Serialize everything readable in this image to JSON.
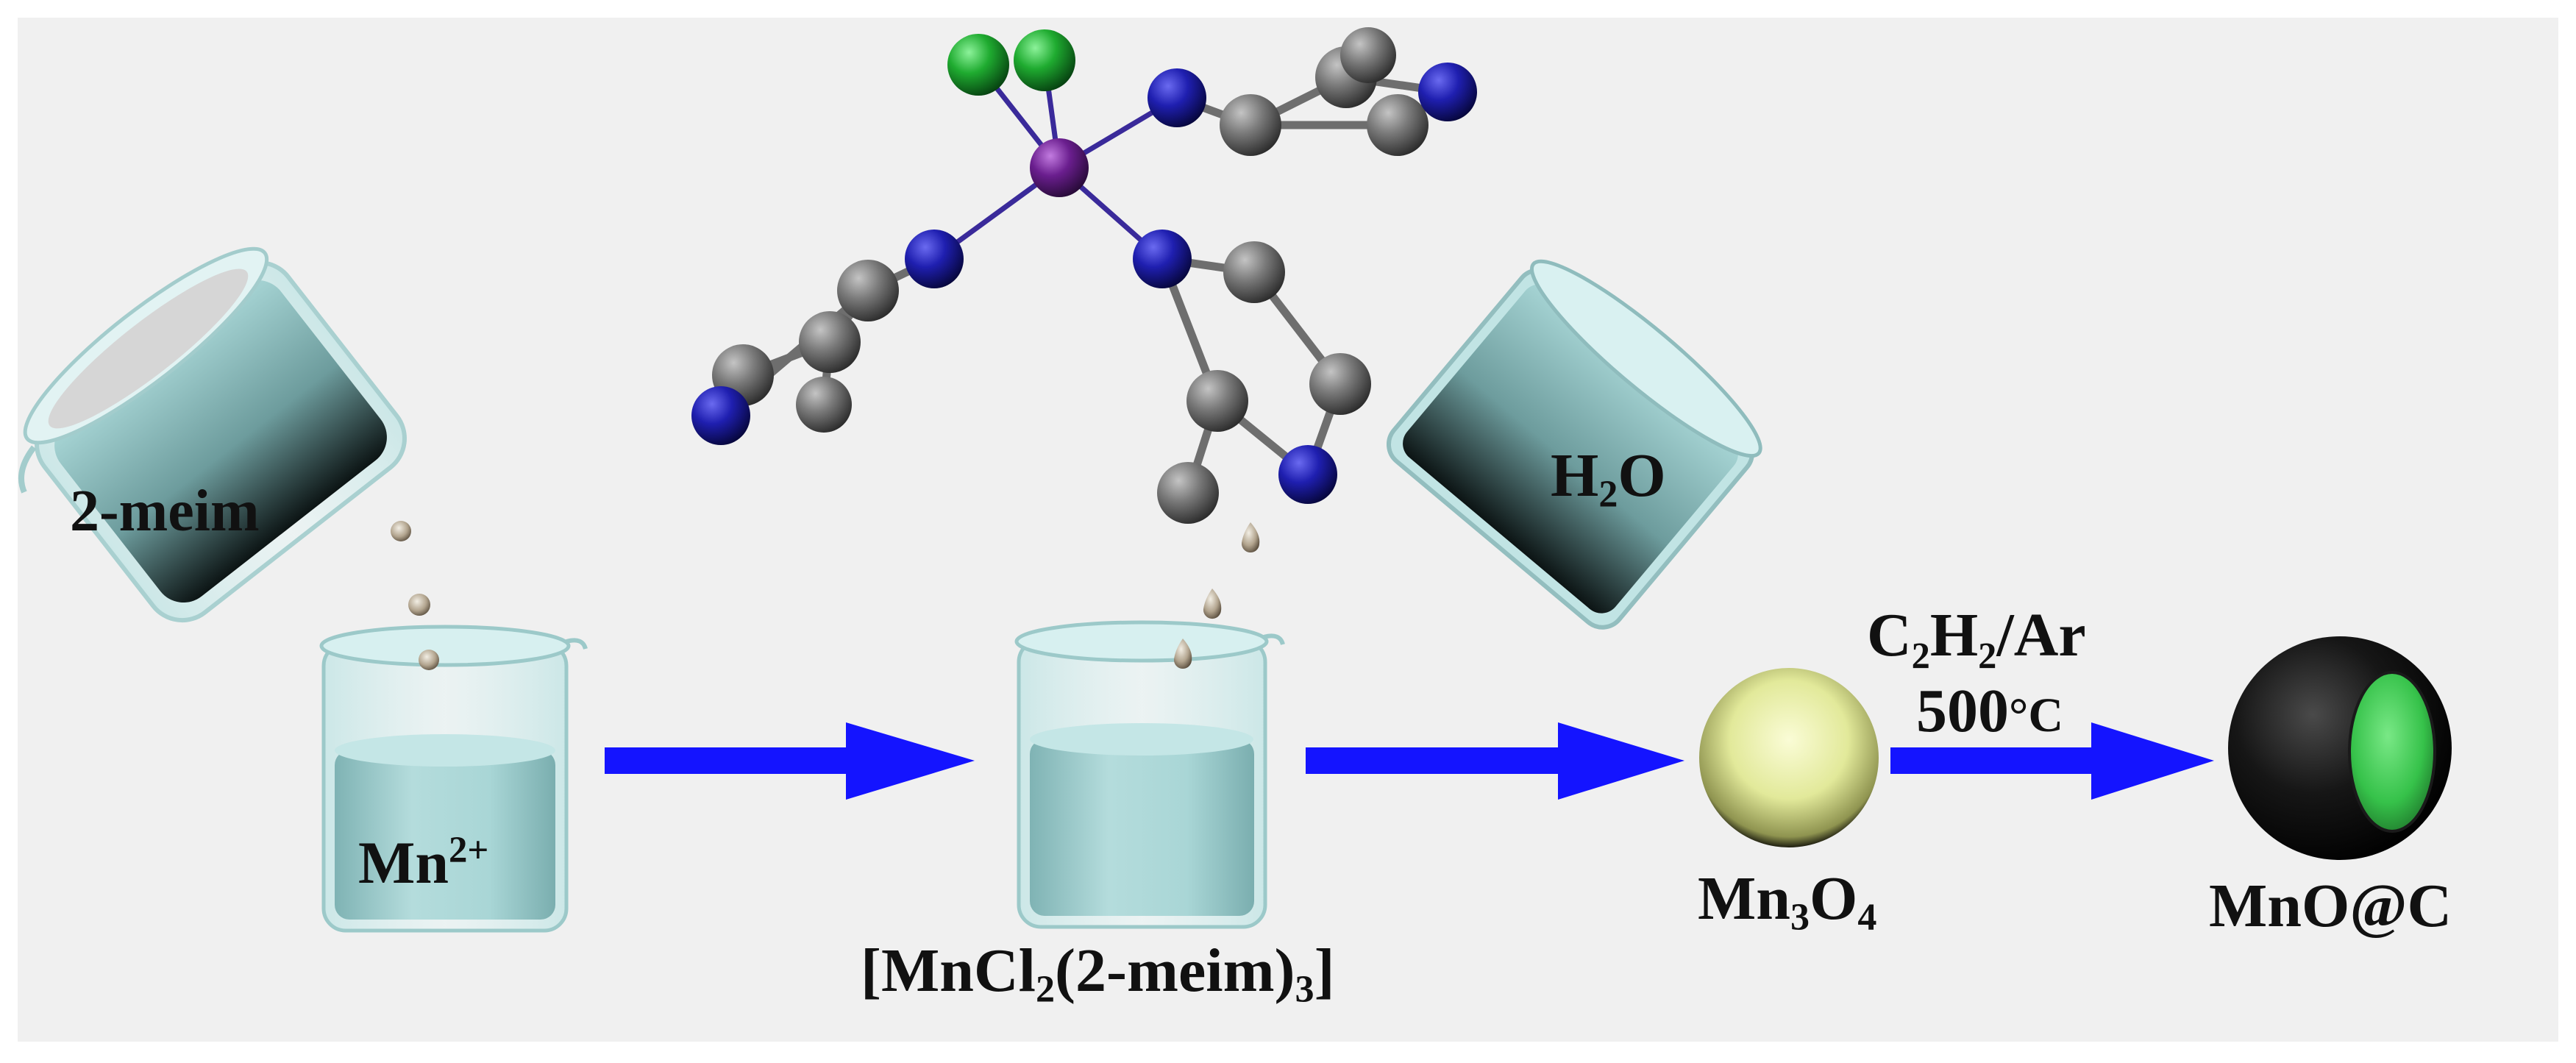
{
  "labels": {
    "meim": "2-meim",
    "mn_ion": {
      "base": "Mn",
      "sup": "2+"
    },
    "water": {
      "part1": "H",
      "sub": "2",
      "part2": "O"
    },
    "complex": {
      "p1": "[MnCl",
      "s1": "2",
      "p2": "(2-meim)",
      "s2": "3",
      "p3": "]"
    },
    "mn3o4": {
      "p1": "Mn",
      "s1": "3",
      "p2": "O",
      "s2": "4"
    },
    "gas": "C₂H₂/Ar",
    "temperature": {
      "value": "500",
      "unit": "°C"
    },
    "product": "MnO@C"
  },
  "colors": {
    "background": "#f0f0f0",
    "arrow": "#1414ff",
    "beaker_liquid": "#9fd0d0",
    "nitrogen": "#1c1ca8",
    "carbon": "#707070",
    "chlorine": "#1aa52a",
    "manganese": "#6a1e8e",
    "mn3o4_sphere": "#e6eda0",
    "carbon_shell": "#111111",
    "mno_core": "#36c24a"
  },
  "icons": {
    "flask_1": "tilted-beaker-icon",
    "flask_2": "tilted-beaker-icon",
    "beaker": "beaker-icon",
    "molecule": "ball-and-stick-molecule-icon",
    "sphere": "sphere-icon",
    "core_shell": "core-shell-particle-icon"
  }
}
